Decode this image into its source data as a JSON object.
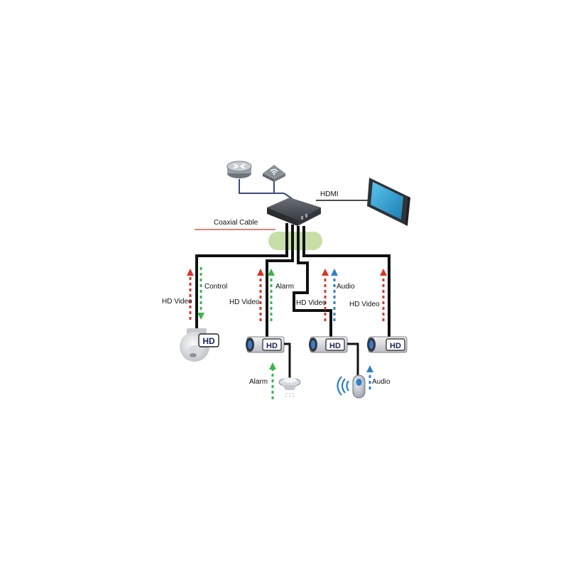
{
  "labels": {
    "hdmi": "HDMI",
    "coaxial_cable": "Coaxial Cable",
    "hd_video": "HD Video",
    "control": "Control",
    "alarm": "Alarm",
    "audio": "Audio",
    "hd_badge": "HD"
  },
  "colors": {
    "cable": "#111111",
    "network_line": "#3a4a7a",
    "arrow_video": "#d9342b",
    "arrow_control": "#3bb54a",
    "arrow_alarm": "#3bb54a",
    "arrow_audio": "#2f7fc4",
    "coax_highlight": "#c7dfa6",
    "coax_pointer": "#c0392b",
    "monitor_frame": "#3b3b3b",
    "monitor_screen": "#2aa3d6",
    "dvr_body": "#3e4147"
  },
  "icons": [
    "router-icon",
    "wireless-access-point-icon",
    "dvr-icon",
    "monitor-icon",
    "ptz-dome-camera-icon",
    "box-camera-icon",
    "alarm-sensor-icon",
    "microphone-icon"
  ]
}
